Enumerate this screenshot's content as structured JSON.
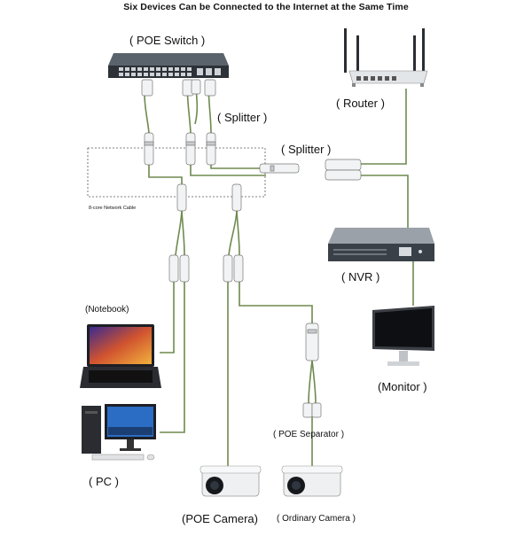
{
  "title": "Six Devices Can be Connected to the Internet at the Same Time",
  "labels": {
    "poe_switch": "( POE Switch )",
    "router": "( Router )",
    "splitter_top": "( Splitter )",
    "splitter_mid": "( Splitter )",
    "network_cable": "8-core Network Cable",
    "nvr": "( NVR )",
    "notebook": "(Notebook)",
    "monitor": "(Monitor )",
    "pc": "( PC )",
    "poe_separator": "( POE Separator )",
    "poe_camera": "(POE Camera)",
    "ordinary_camera": "( Ordinary Camera )"
  },
  "colors": {
    "cable": "#6e8a4e",
    "cable_dark": "#4a5e36",
    "device_dark": "#3a4048",
    "device_light": "#e8eaec"
  }
}
